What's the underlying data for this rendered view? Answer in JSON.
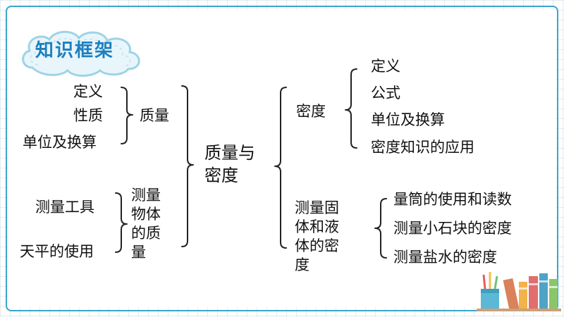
{
  "title": "知识框架",
  "root": "质量与\n密度",
  "left": {
    "mass": {
      "label": "质量",
      "items": [
        "定义",
        "性质",
        "单位及换算"
      ]
    },
    "measure_mass": {
      "label": "测量\n物体\n的质\n量",
      "items": [
        "测量工具",
        "天平的使用"
      ]
    }
  },
  "right": {
    "density": {
      "label": "密度",
      "items": [
        "定义",
        "公式",
        "单位及换算",
        "密度知识的应用"
      ]
    },
    "measure_density": {
      "label": "测量固\n体和液\n体的密\n度",
      "items": [
        "量筒的使用和读数",
        "测量小石块的密度",
        "测量盐水的密度"
      ]
    }
  },
  "colors": {
    "frame": "#3aa6c9",
    "title": "#1e7fbf",
    "cloud_fill": "#e8f6fb",
    "cloud_stroke": "#9fd3e6",
    "line": "#222222"
  }
}
